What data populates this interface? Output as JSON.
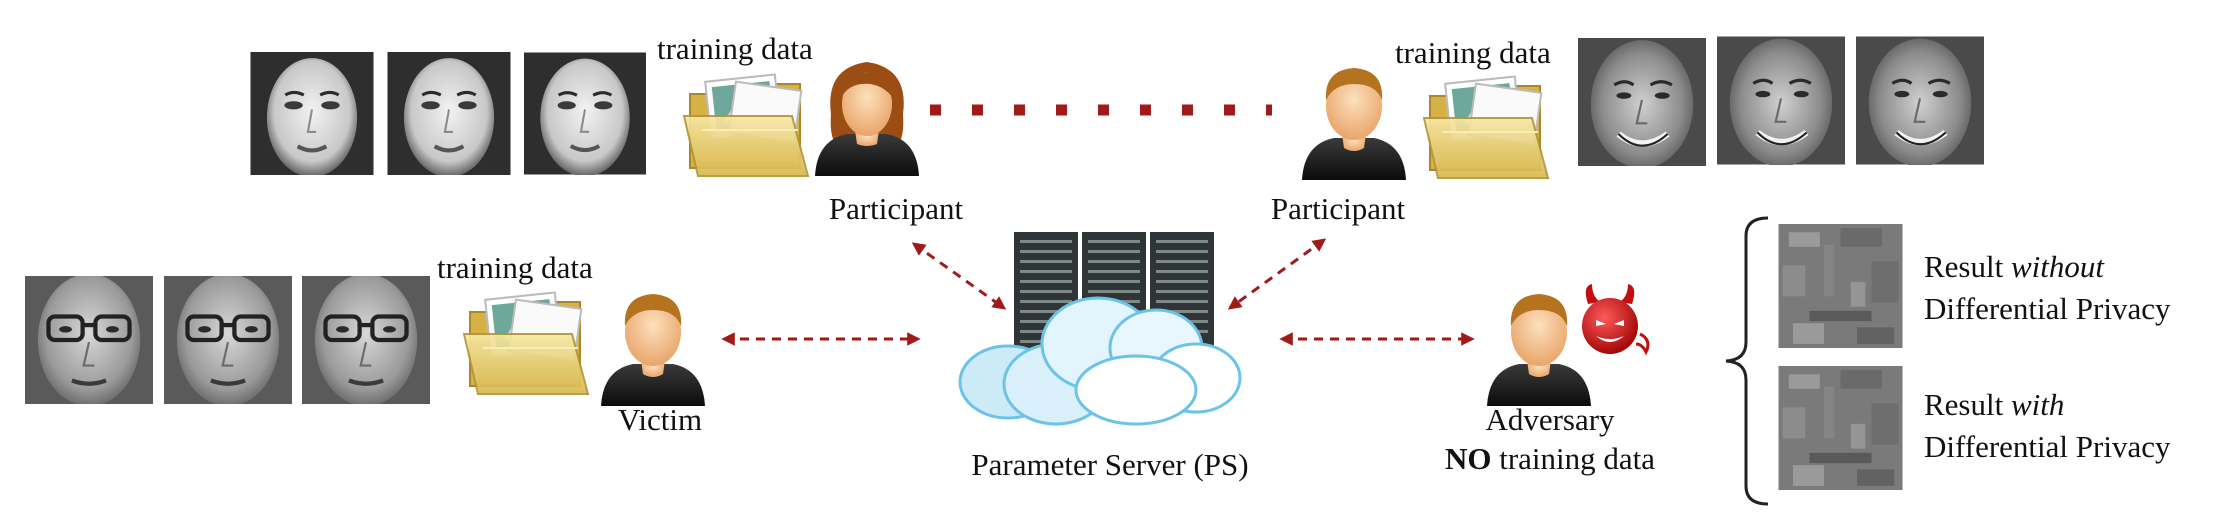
{
  "labels": {
    "training_data_top_left": "training data",
    "training_data_top_right": "training data",
    "training_data_victim": "training data",
    "participant_left": "Participant",
    "participant_right": "Participant",
    "victim": "Victim",
    "server": "Parameter Server (PS)",
    "adversary": "Adversary",
    "adversary_note_bold": "NO",
    "adversary_note_rest": " training data"
  },
  "results": {
    "without_prefix": "Result ",
    "without_em": "without",
    "without_line2": "Differential Privacy",
    "with_prefix": "Result ",
    "with_em": "with",
    "with_line2": "Differential Privacy"
  },
  "colors": {
    "arrow": "#a01a1a",
    "cloud_fill": "#cdeaf8",
    "cloud_stroke": "#6cc3e8",
    "folder": "#e9cf6d",
    "skin": "#f6c08a",
    "hair_female": "#9b4d13",
    "hair_male": "#b5731f",
    "shirt": "#1d1d1d",
    "devil": "#d11717"
  },
  "icons": {
    "person": "person-icon",
    "folder": "folder-icon",
    "server": "server-rack-icon",
    "cloud": "cloud-icon",
    "devil": "devil-icon"
  }
}
